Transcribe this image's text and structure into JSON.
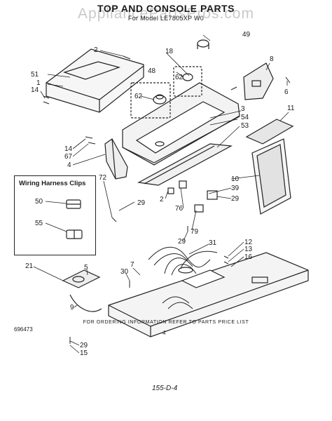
{
  "page": {
    "title": "TOP AND CONSOLE PARTS",
    "subtitle": "For Model LE7805XP W0",
    "watermark": "AppliancePartsPros.com",
    "inset_title": "Wiring Harness Clips",
    "footer_note": "FOR ORDERING INFORMATION REFER TO PARTS PRICE LIST",
    "doc_code": "696473",
    "page_number": "4",
    "handwritten_code": "155-D-4"
  },
  "callouts": {
    "c2": "2",
    "c49": "49",
    "c18": "18",
    "c8": "8",
    "c51": "51",
    "c1": "1",
    "c14": "14",
    "c48": "48",
    "c62a": "62",
    "c62b": "62",
    "c6": "6",
    "c3": "3",
    "c54": "54",
    "c53": "53",
    "c11": "11",
    "c14b": "14",
    "c67": "67",
    "c4": "4",
    "c10": "10",
    "c39": "39",
    "c29a": "29",
    "c72": "72",
    "c29b": "29",
    "c2b": "2",
    "c76": "76",
    "c50": "50",
    "c55": "55",
    "c79": "79",
    "c29c": "29",
    "c31": "31",
    "c12": "12",
    "c13": "13",
    "c16": "16",
    "c21": "21",
    "c5": "5",
    "c30": "30",
    "c7": "7",
    "c9": "9",
    "c29d": "29",
    "c15": "15"
  }
}
